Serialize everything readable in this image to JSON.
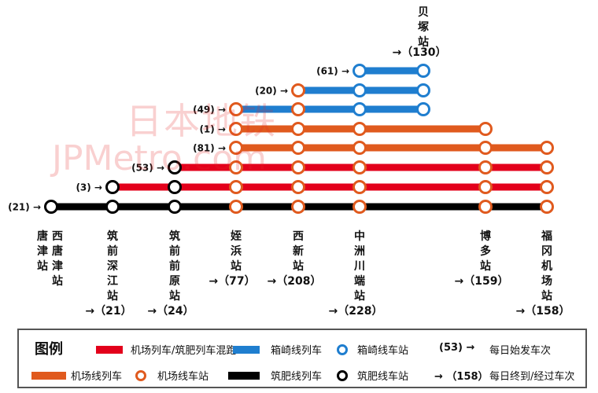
{
  "colors": {
    "mixed": "#e3001b",
    "hakozaki": "#1f7ecf",
    "airport": "#e05a1e",
    "chikuhi": "#000000"
  },
  "watermark": {
    "line1": "日本地铁",
    "line2": "JPMetro.com"
  },
  "stations": [
    {
      "id": "nishi-karatsu",
      "name_cols": [
        "西唐津站"
      ],
      "name_lines": [
        "唐津站"
      ],
      "total": ""
    },
    {
      "id": "chikuzen-fukae",
      "name": [
        "筑",
        "前",
        "深",
        "江",
        "站"
      ],
      "total": "→（21）"
    },
    {
      "id": "chikuzen-maebaru",
      "name": [
        "筑",
        "前",
        "前",
        "原",
        "站"
      ],
      "total": "→（24）"
    },
    {
      "id": "meinohama",
      "name": [
        "姪",
        "浜",
        "站"
      ],
      "total": "→（77）"
    },
    {
      "id": "nishijin",
      "name": [
        "西",
        "新",
        "站"
      ],
      "total": "→（208）"
    },
    {
      "id": "nakasu-kawabata",
      "name": [
        "中",
        "洲",
        "川",
        "端",
        "站"
      ],
      "total": "→（228）"
    },
    {
      "id": "hakata",
      "name": [
        "博",
        "多",
        "站"
      ],
      "total": "→（159）"
    },
    {
      "id": "fukuoka-airport",
      "name": [
        "福",
        "冈",
        "机",
        "场",
        "站"
      ],
      "total": "→（158）"
    },
    {
      "id": "kaizuka",
      "name": [
        "贝",
        "塚",
        "站"
      ],
      "total": "→（130）"
    }
  ],
  "starts": [
    {
      "value": "(21)",
      "arrow": "→"
    },
    {
      "value": "(3)",
      "arrow": "→"
    },
    {
      "value": "(53)",
      "arrow": "→"
    },
    {
      "value": "(81)",
      "arrow": "→"
    },
    {
      "value": "(1)",
      "arrow": "→"
    },
    {
      "value": "(49)",
      "arrow": "→"
    },
    {
      "value": "(20)",
      "arrow": "→"
    },
    {
      "value": "(61)",
      "arrow": "→"
    }
  ],
  "legend": {
    "title": "图例",
    "mixed": "机场列车/筑肥列车混跑",
    "hakozaki_train": "箱崎线列车",
    "hakozaki_station": "箱崎线车站",
    "start_sample": "(53) →",
    "start_desc": "每日始发车次",
    "airport_train": "机场线列车",
    "airport_station": "机场线车站",
    "chikuhi_train": "筑肥线列车",
    "chikuhi_station": "筑肥线车站",
    "end_sample": "→ （158）",
    "end_desc": "每日终到/经过车次"
  }
}
